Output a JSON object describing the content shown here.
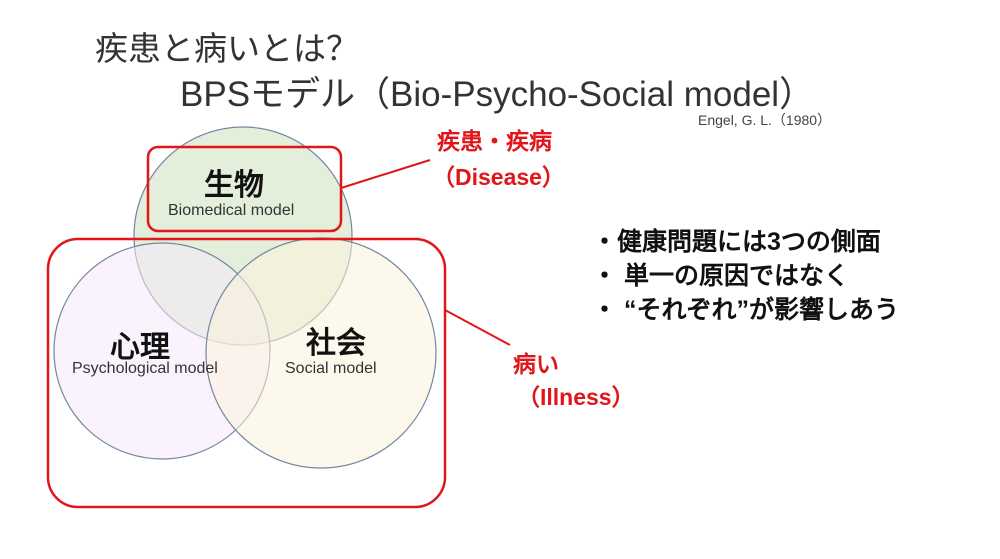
{
  "title": {
    "line1": "疾患と病いとは？",
    "line2": "BPSモデル（Bio-Psycho-Social model）",
    "citation": "Engel, G. L.（1980）"
  },
  "venn": {
    "bio": {
      "label": "生物",
      "sublabel": "Biomedical model",
      "color": "#e2eed8"
    },
    "psych": {
      "label": "心理",
      "sublabel": "Psychological model",
      "color": "#f8eefb"
    },
    "social": {
      "label": "社会",
      "sublabel": "Social model",
      "color": "#fdf6e3"
    }
  },
  "callouts": {
    "disease": {
      "line1": "疾患・疾病",
      "line2": "（Disease）"
    },
    "illness": {
      "line1": "病い",
      "line2": "（Illness）"
    },
    "color": "#e0161b"
  },
  "points": [
    "・健康問題には3つの側面",
    "・ 単一の原因ではなく",
    "・ “それぞれ”が影響しあう"
  ]
}
